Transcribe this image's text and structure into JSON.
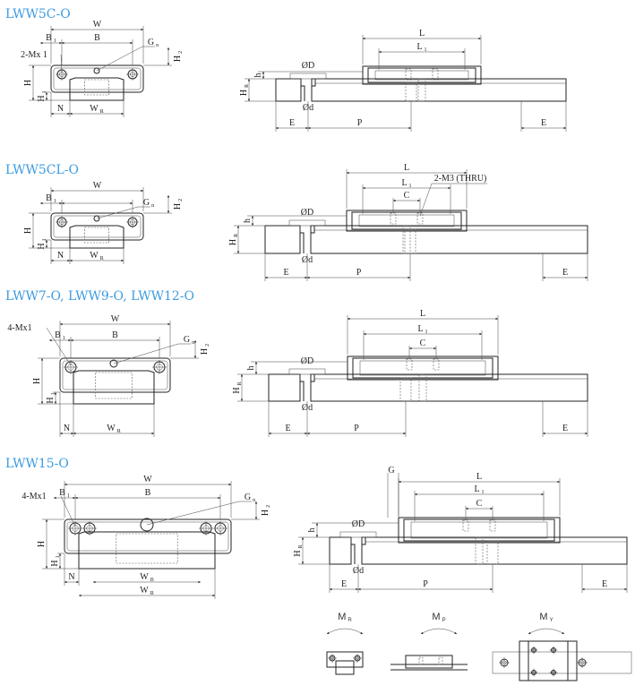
{
  "sections": [
    {
      "title": "LWW5C-O",
      "front": {
        "W": "W",
        "B1": [
          "B",
          "1"
        ],
        "B": "B",
        "Gn": [
          "G",
          "n"
        ],
        "M": "2-Mx 1",
        "H": "H",
        "H1": [
          "H",
          "1"
        ],
        "H2": [
          "H",
          "2"
        ],
        "N": "N",
        "WR": [
          "W",
          "R"
        ]
      },
      "side": {
        "L": "L",
        "L1": [
          "L",
          "1"
        ],
        "D": "ØD",
        "d": "Ød",
        "h": "h",
        "HR": [
          "H",
          "R"
        ],
        "E": "E",
        "P": "P"
      }
    },
    {
      "title": "LWW5CL-O",
      "front": {
        "W": "W",
        "B1": [
          "B",
          "1"
        ],
        "Gn": [
          "G",
          "n"
        ],
        "H": "H",
        "H1": [
          "H",
          "1"
        ],
        "H2": [
          "H",
          "2"
        ],
        "N": "N",
        "WR": [
          "W",
          "R"
        ]
      },
      "side": {
        "L": "L",
        "L1": [
          "L",
          "1"
        ],
        "C": "C",
        "M": "2-M3 (THRU)",
        "D": "ØD",
        "d": "Ød",
        "h": "h",
        "HR": [
          "H",
          "R"
        ],
        "E": "E",
        "P": "P"
      }
    },
    {
      "title": "LWW7-O,  LWW9-O,  LWW12-O",
      "front": {
        "W": "W",
        "B1": [
          "B",
          "1"
        ],
        "B": "B",
        "Gn": [
          "G",
          "n"
        ],
        "M": "4-Mx1",
        "H": "H",
        "H1": [
          "H",
          "1"
        ],
        "H2": [
          "H",
          "2"
        ],
        "N": "N",
        "WR": [
          "W",
          "R"
        ]
      },
      "side": {
        "L": "L",
        "L1": [
          "L",
          "1"
        ],
        "C": "C",
        "D": "ØD",
        "d": "Ød",
        "h": "h",
        "HR": [
          "H",
          "R"
        ],
        "E": "E",
        "P": "P"
      }
    },
    {
      "title": "LWW15-O",
      "front": {
        "W": "W",
        "B1": [
          "B",
          "1"
        ],
        "B": "B",
        "Gn": [
          "G",
          "n"
        ],
        "M": "4-Mx1",
        "H": "H",
        "H1": [
          "H",
          "1"
        ],
        "H2": [
          "H",
          "2"
        ],
        "N": "N",
        "WB": [
          "W",
          "B"
        ],
        "WR": [
          "W",
          "R"
        ]
      },
      "side": {
        "G": "G",
        "L": "L",
        "L1": [
          "L",
          "1"
        ],
        "C": "C",
        "D": "ØD",
        "d": "Ød",
        "h": "h",
        "HR": [
          "H",
          "R"
        ],
        "E": "E",
        "P": "P"
      }
    }
  ],
  "moments": [
    [
      "M",
      "R"
    ],
    [
      "M",
      "P"
    ],
    [
      "M",
      "Y"
    ]
  ]
}
